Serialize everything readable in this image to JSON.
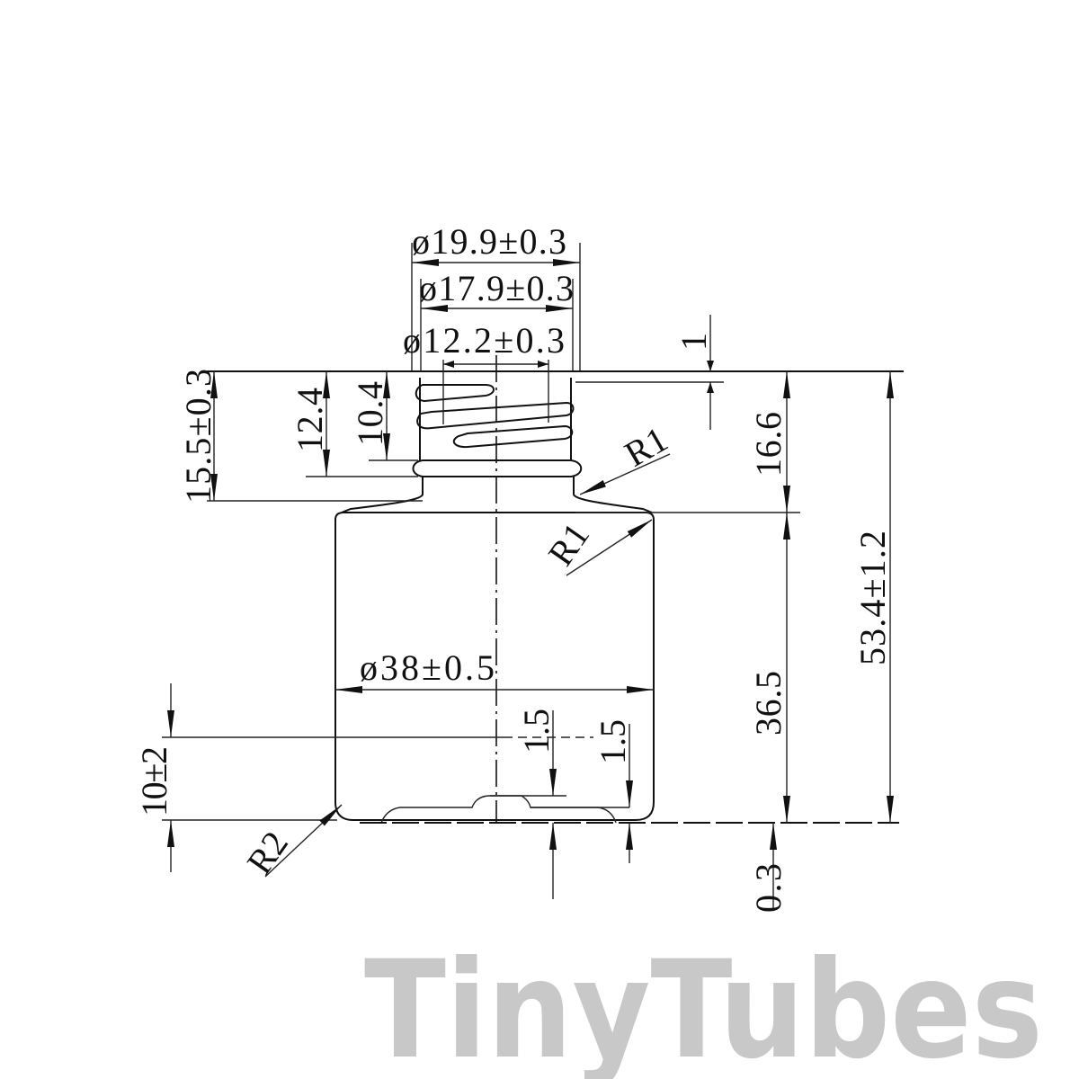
{
  "watermark": "TinyTubes",
  "colors": {
    "line": "#111111",
    "watermark": "#c8c8c8",
    "background": "#ffffff"
  },
  "dimensions": {
    "neck_outer_dia": "ø19.9±0.3",
    "thread_dia": "ø17.9±0.3",
    "bore_dia": "ø12.2±0.3",
    "neck_height": "15.5±0.3",
    "collar_height": "12.4",
    "thread_height": "10.4",
    "lip_offset": "1",
    "neck_radius": "R1",
    "shoulder_radius": "R1",
    "shoulder_to_top": "16.6",
    "total_height": "53.4±1.2",
    "body_dia": "ø38±0.5",
    "body_height": "36.5",
    "base_gap": "0.3",
    "label_zone": "10±2",
    "base_radius": "R2",
    "punt_depth_1": "1.5",
    "punt_depth_2": "1.5"
  }
}
